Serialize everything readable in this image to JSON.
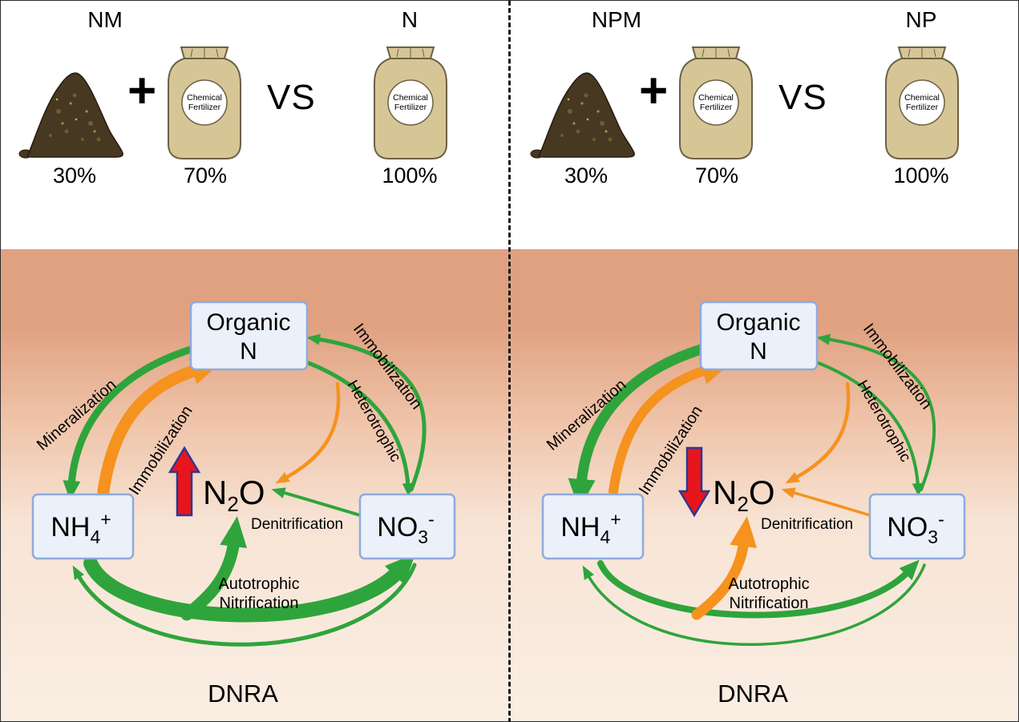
{
  "top": {
    "left": {
      "mix_label": "NM",
      "plus": "+",
      "vs": "VS",
      "single_label": "N",
      "manure_pct": "30%",
      "fertilizer_pct": "70%",
      "single_pct": "100%"
    },
    "right": {
      "mix_label": "NPM",
      "plus": "+",
      "vs": "VS",
      "single_label": "NP",
      "manure_pct": "30%",
      "fertilizer_pct": "70%",
      "single_pct": "100%"
    },
    "bag": {
      "line1": "Chemical",
      "line2": "Fertilizer"
    }
  },
  "cycle": {
    "organic": {
      "line1": "Organic",
      "line2": "N"
    },
    "nh4": {
      "base": "NH",
      "sub": "4",
      "sup": "+"
    },
    "no3": {
      "base": "NO",
      "sub": "3",
      "sup": "-"
    },
    "n2o": {
      "pre": "N",
      "sub": "2",
      "post": "O"
    },
    "labels": {
      "mineralization": "Mineralization",
      "immobilization_left": "Immobilization",
      "immobilization_right": "Immobilization",
      "heterotrophic": "Heterotrophic",
      "denitrification": "Denitrification",
      "autotrophic_line1": "Autotrophic",
      "autotrophic_line2": "Nitrification",
      "dnra": "DNRA"
    }
  },
  "colors": {
    "green": "#2FA43C",
    "orange": "#F6921E",
    "red": "#E8151C",
    "red_outline": "#2B3990",
    "box_fill": "#EBF1FA",
    "box_border": "#8FAADC",
    "soil_top": "#E0A181",
    "soil_bottom": "#FAEEE3"
  }
}
